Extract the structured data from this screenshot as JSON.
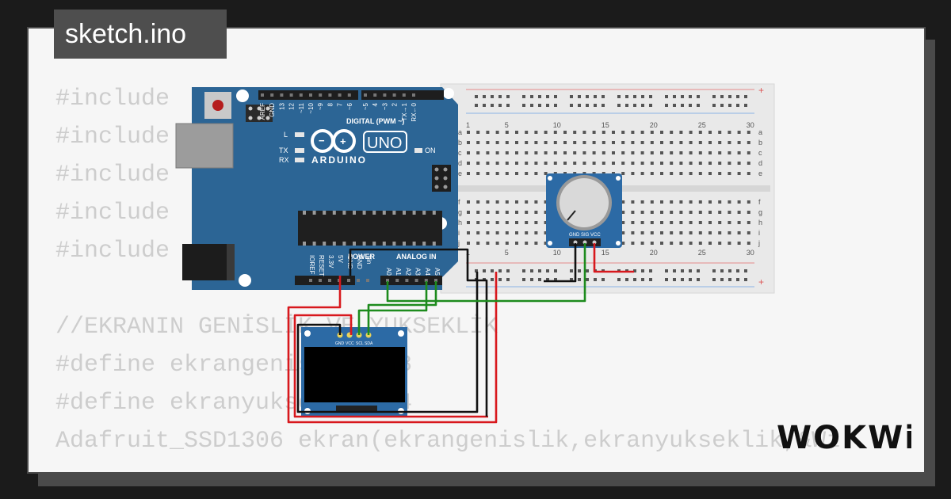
{
  "file_badge": "sketch.ino",
  "code_lines": [
    "#include",
    "#include",
    "#include",
    "#include",
    "#include",
    "",
    "//EKRANIN GENİSLİK VE YUKSEKLİK",
    "#define ekrangenislik 128",
    "#define ekranyukseklik 64",
    "Adafruit_SSD1306 ekran(ekrangenislik,ekranyukseklik,&Wi"
  ],
  "arduino": {
    "brand": "ARDUINO",
    "model": "UNO",
    "digital_label": "DIGITAL (PWM ~)",
    "analog_label": "ANALOG IN",
    "power_label": "POWER",
    "led_l": "L",
    "led_tx": "TX",
    "led_rx": "RX",
    "led_on": "ON",
    "digital_pins": [
      "AREF",
      "GND",
      "13",
      "12",
      "~11",
      "~10",
      "~9",
      "8",
      "7",
      "~6",
      "~5",
      "4",
      "~3",
      "2",
      "TX→1",
      "RX←0"
    ],
    "power_pins": [
      "IOREF",
      "RESET",
      "3.3V",
      "5V",
      "GND",
      "GND",
      "Vin"
    ],
    "analog_pins": [
      "A0",
      "A1",
      "A2",
      "A3",
      "A4",
      "A5"
    ]
  },
  "breadboard": {
    "columns": [
      "1",
      "5",
      "10",
      "15",
      "20",
      "25",
      "30"
    ],
    "rows_top": [
      "a",
      "b",
      "c",
      "d",
      "e"
    ],
    "rows_bottom": [
      "f",
      "g",
      "h",
      "i",
      "j"
    ]
  },
  "potentiometer": {
    "pin_labels": "GND SIG VCC"
  },
  "oled": {
    "pin_labels": [
      "GND",
      "VCC",
      "SCL",
      "SDA"
    ]
  },
  "logo": "WOKWi",
  "colors": {
    "board": "#2c6595",
    "wire_red": "#d8181d",
    "wire_green": "#1d8b1d",
    "wire_black": "#111111"
  }
}
